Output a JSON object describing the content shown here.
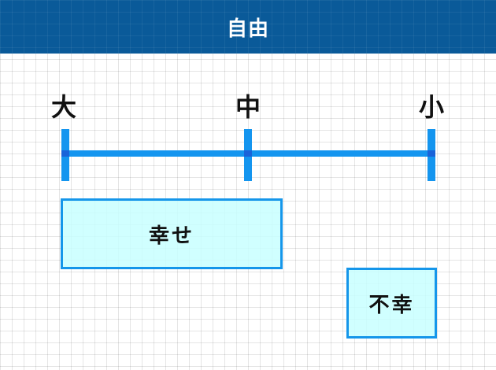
{
  "header": {
    "title": "自由"
  },
  "scale": {
    "labels": [
      "大",
      "中",
      "小"
    ]
  },
  "boxes": [
    {
      "label": "幸せ"
    },
    {
      "label": "不幸"
    }
  ],
  "colors": {
    "header_bg": "#0a5a99",
    "scale_line": "#1495ef",
    "box_border": "#1596ea",
    "box_fill": "#ccffff"
  }
}
